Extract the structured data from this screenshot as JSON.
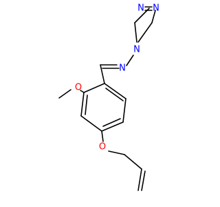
{
  "molecule": {
    "atoms": [
      {
        "id": "n1",
        "label": "N",
        "color": "#0000ff"
      },
      {
        "id": "n2",
        "label": "N",
        "color": "#0000ff"
      },
      {
        "id": "n4",
        "label": "N",
        "color": "#0000ff"
      },
      {
        "id": "n_imine",
        "label": "N",
        "color": "#0000ff"
      },
      {
        "id": "o_methoxy",
        "label": "O",
        "color": "#ff0000"
      },
      {
        "id": "o_ether",
        "label": "O",
        "color": "#ff0000"
      }
    ],
    "bond_color": "#000000",
    "background": "#ffffff"
  }
}
